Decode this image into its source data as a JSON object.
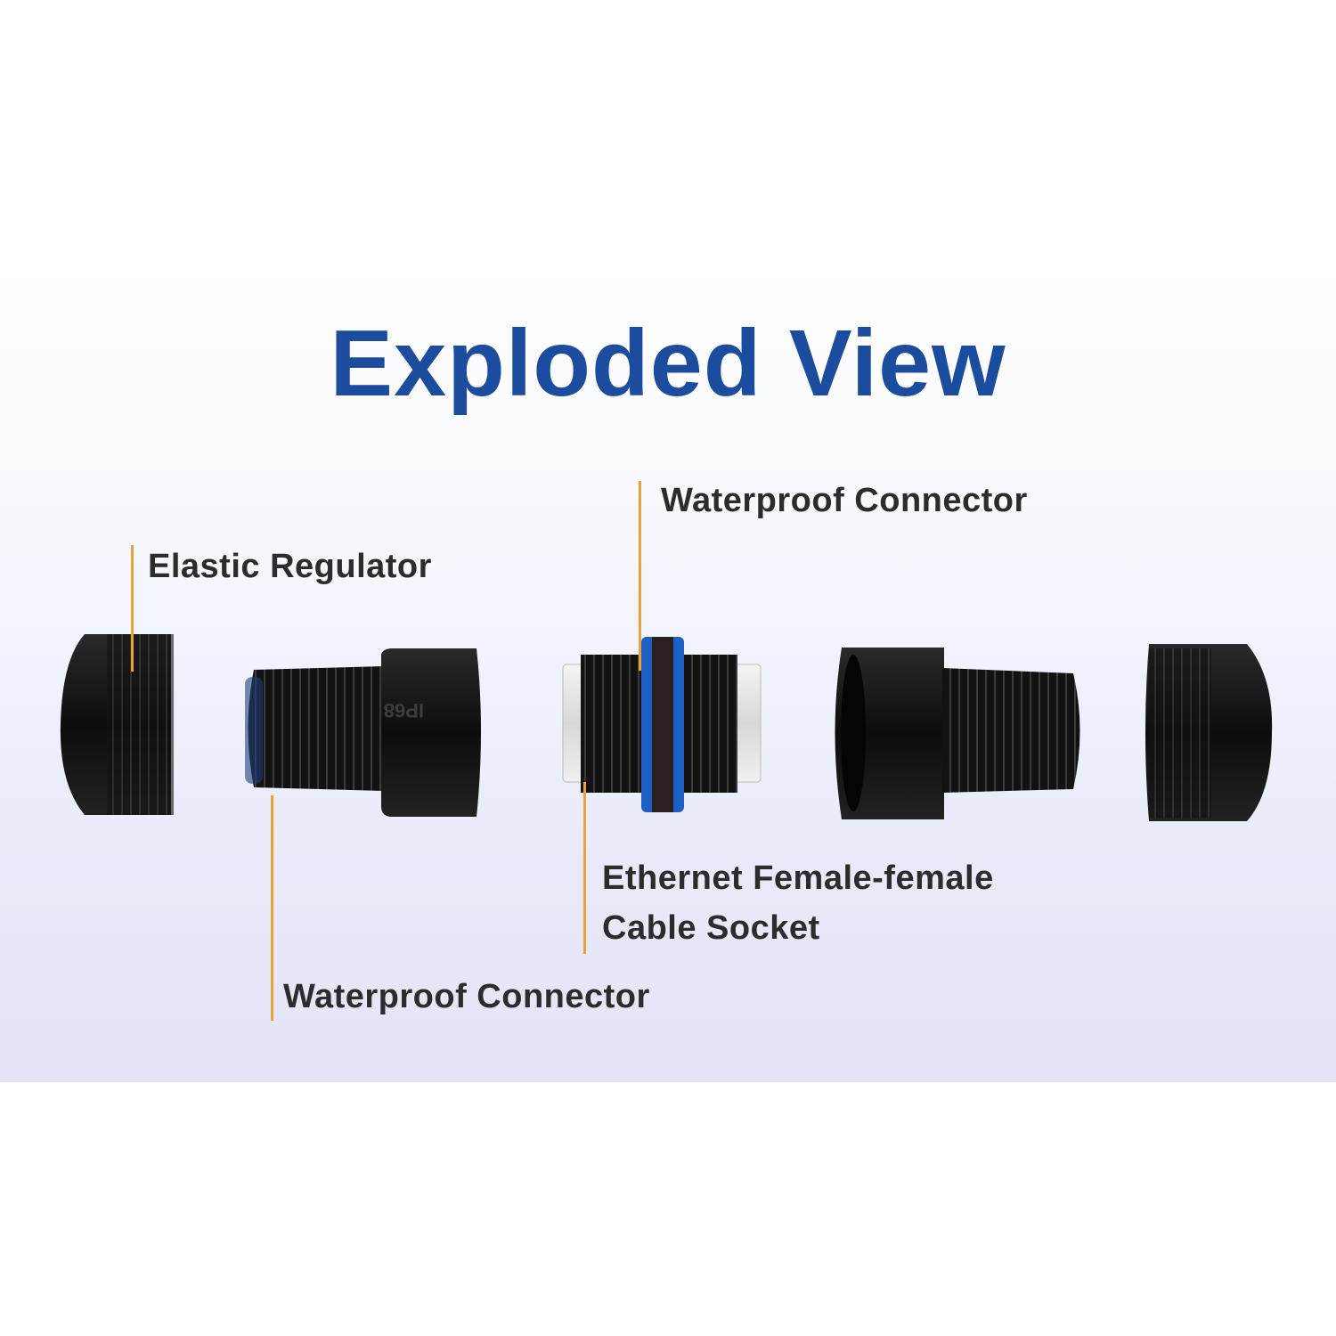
{
  "title": "Exploded View",
  "labels": {
    "elastic_regulator": "Elastic Regulator",
    "waterproof_connector_top": "Waterproof Connector",
    "ethernet_socket_line1": "Ethernet Female-female",
    "ethernet_socket_line2": "Cable Socket",
    "waterproof_connector_bottom": "Waterproof Connector"
  },
  "product_marking": "IP68",
  "colors": {
    "title": "#1b4c9e",
    "label_text": "#2c2c2c",
    "leader_line": "#e8a23a",
    "seal_ring": "#1f5fc4",
    "part_body": "#1a1a1a"
  }
}
